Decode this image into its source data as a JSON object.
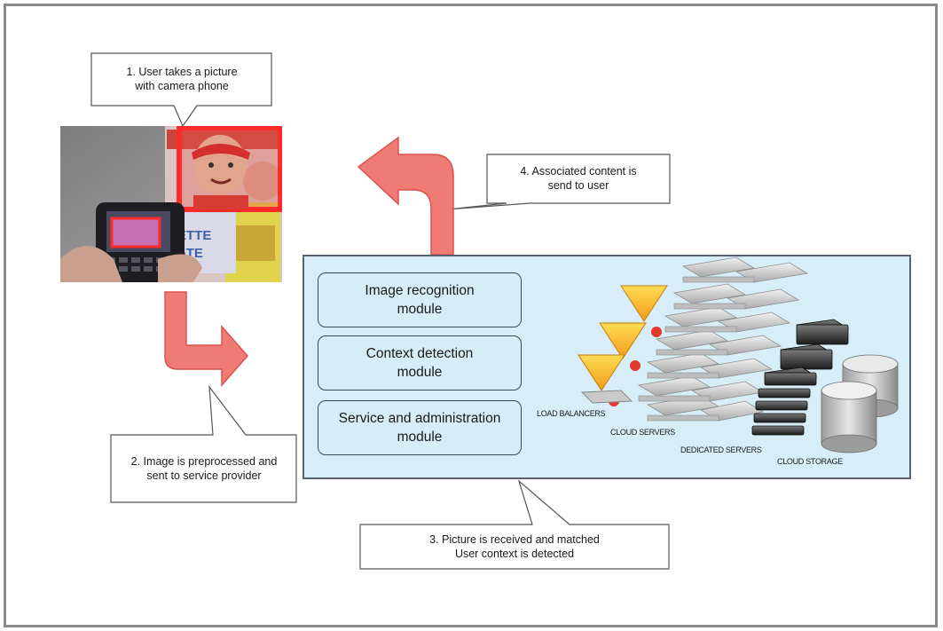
{
  "callouts": {
    "step1": "1. User takes a picture with camera phone",
    "step2": "2. Image is preprocessed and sent to service provider",
    "step3_line1": "3. Picture is received and matched",
    "step3_line2": "User context is detected",
    "step4": "4. Associated content is send to user"
  },
  "modules": [
    {
      "label": "Image recognition module"
    },
    {
      "label": "Context detection module"
    },
    {
      "label": "Service and administration module"
    }
  ],
  "infrastructure": {
    "load_balancers": "LOAD BALANCERS",
    "cloud_servers": "CLOUD SERVERS",
    "dedicated_servers": "DEDICATED SERVERS",
    "cloud_storage": "CLOUD STORAGE"
  },
  "colors": {
    "arrow": "#f07a74",
    "panel": "#d7eef8",
    "highlight": "#ff2a2a"
  }
}
